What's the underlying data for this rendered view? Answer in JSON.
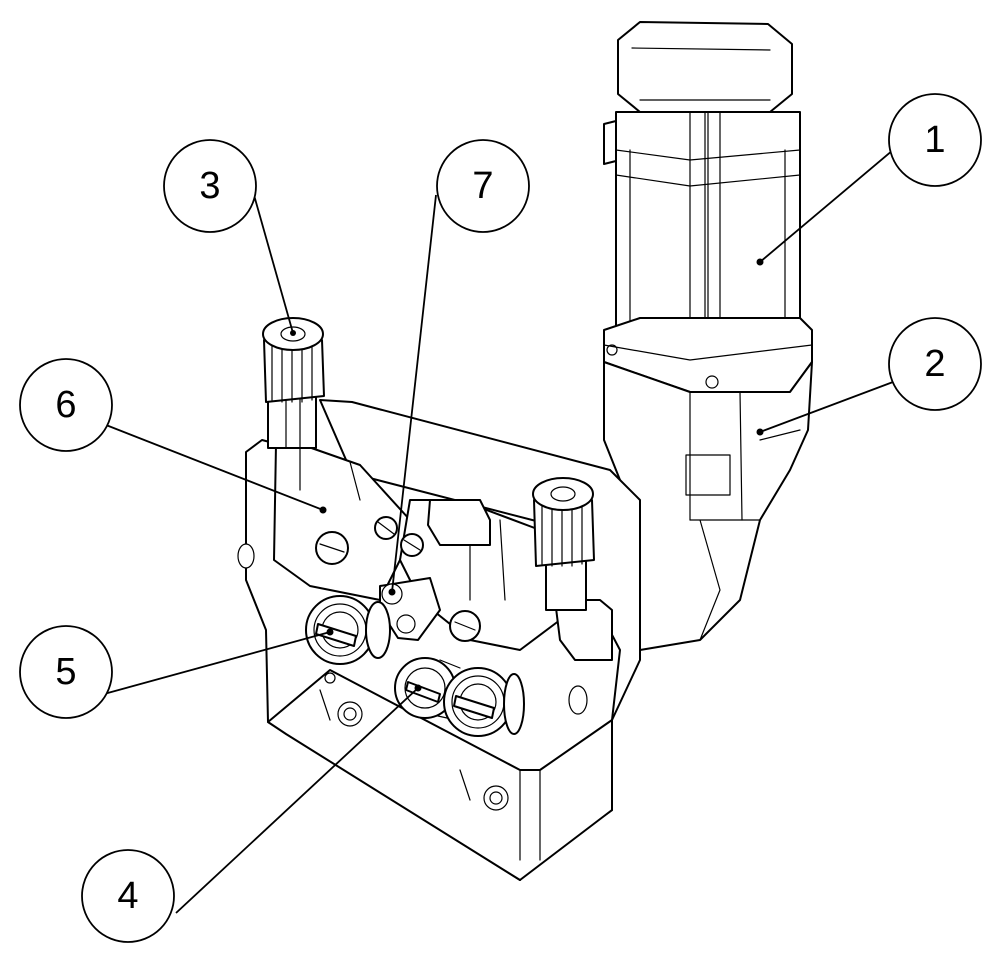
{
  "callouts": [
    {
      "id": "1",
      "label": "1",
      "color": "#000000"
    },
    {
      "id": "2",
      "label": "2",
      "color": "#000000"
    },
    {
      "id": "3",
      "label": "3",
      "color": "#000000"
    },
    {
      "id": "4",
      "label": "4",
      "color": "#000000"
    },
    {
      "id": "5",
      "label": "5",
      "color": "#000000"
    },
    {
      "id": "6",
      "label": "6",
      "color": "#000000"
    },
    {
      "id": "7",
      "label": "7",
      "color": "#000000"
    }
  ],
  "colors": {
    "line": "#000000",
    "fill": "#ffffff"
  }
}
